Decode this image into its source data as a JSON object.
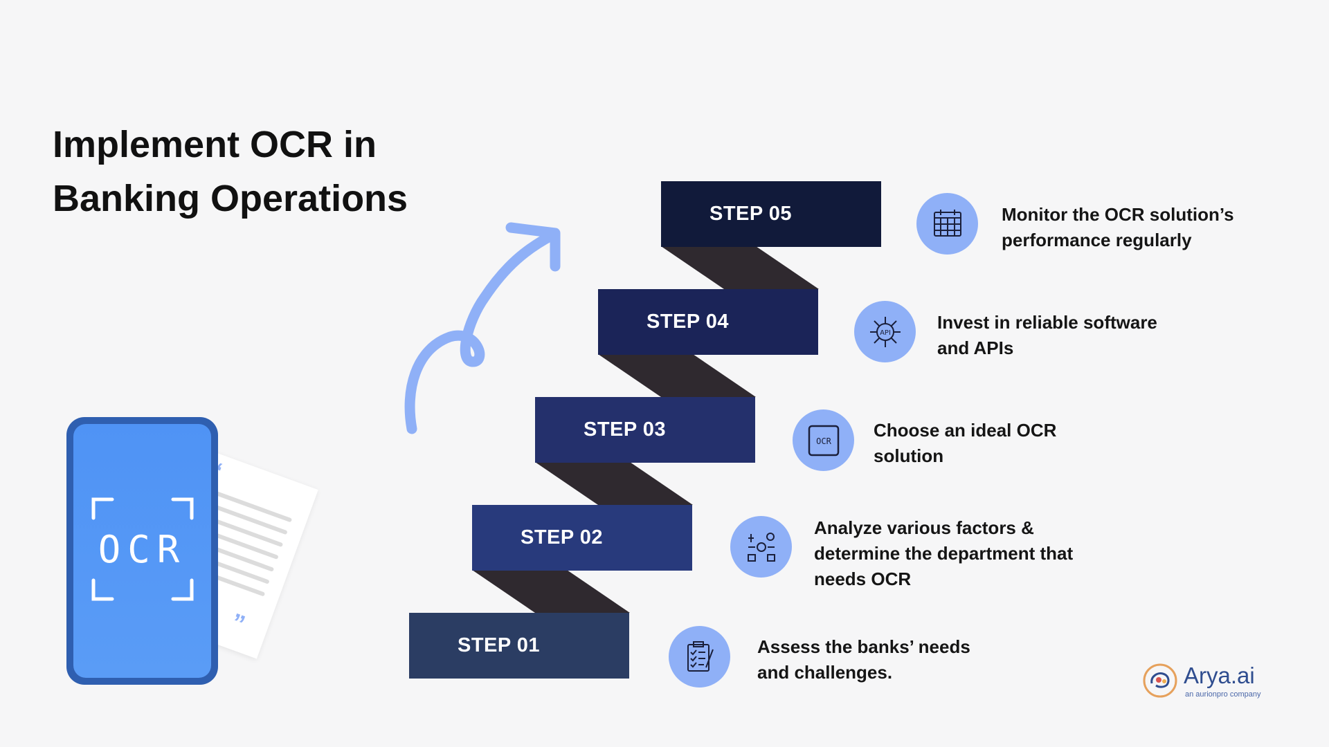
{
  "title": {
    "line1": "Implement OCR in",
    "line2": "Banking Operations"
  },
  "steps": [
    {
      "label": "STEP 01",
      "desc_lines": [
        "Assess the banks’ needs",
        "and challenges."
      ],
      "icon": "clipboard-checklist-icon"
    },
    {
      "label": "STEP 02",
      "desc_lines": [
        "Analyze various factors &",
        "determine the department that",
        "needs OCR"
      ],
      "icon": "department-analysis-icon"
    },
    {
      "label": "STEP 03",
      "desc_lines": [
        "Choose an ideal OCR",
        "solution"
      ],
      "icon": "ocr-scan-icon"
    },
    {
      "label": "STEP 04",
      "desc_lines": [
        "Invest in reliable software",
        "and APIs"
      ],
      "icon": "api-chip-icon"
    },
    {
      "label": "STEP 05",
      "desc_lines": [
        "Monitor the OCR solution’s",
        "performance regularly"
      ],
      "icon": "calendar-monitor-icon"
    }
  ],
  "phone": {
    "screen_text": "OCR"
  },
  "logo": {
    "name": "Arya.ai",
    "tagline": "an aurionpro company"
  },
  "colors": {
    "step01": "#2b3d63",
    "step02": "#283a7c",
    "step03": "#24306c",
    "step04": "#1b2458",
    "step05": "#111a3a",
    "riser": "#2f292f",
    "icon_bg": "#8fb0f7",
    "arrow": "#8fb0f7",
    "phone_body": "#2f5fb0",
    "phone_screen": "#5a9cf6"
  }
}
